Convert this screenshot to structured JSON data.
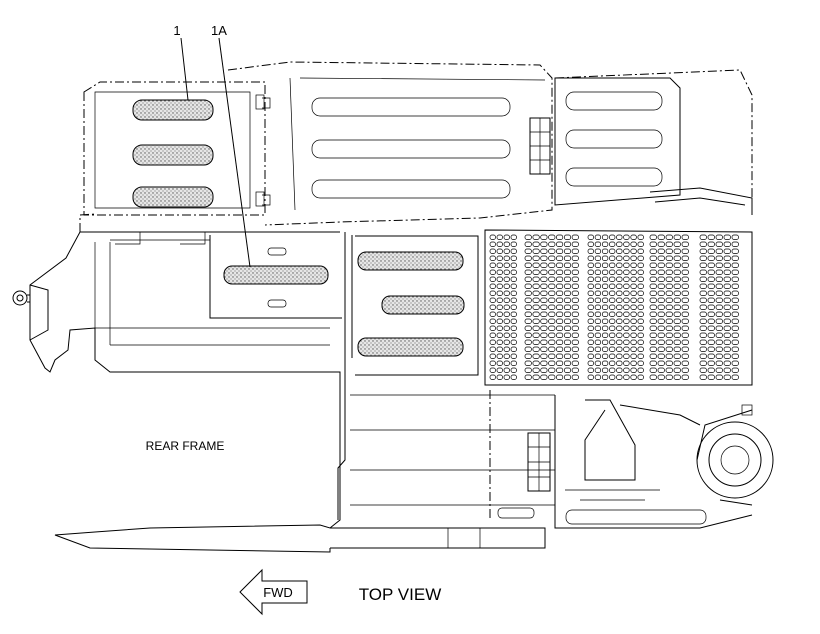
{
  "labels": {
    "callout_1": "1",
    "callout_1a": "1A",
    "rear_frame": "REAR FRAME",
    "fwd": "FWD",
    "view_title": "TOP VIEW"
  },
  "colors": {
    "line": "#000000",
    "pad_fill": "#d9d9d9",
    "background": "#ffffff"
  }
}
